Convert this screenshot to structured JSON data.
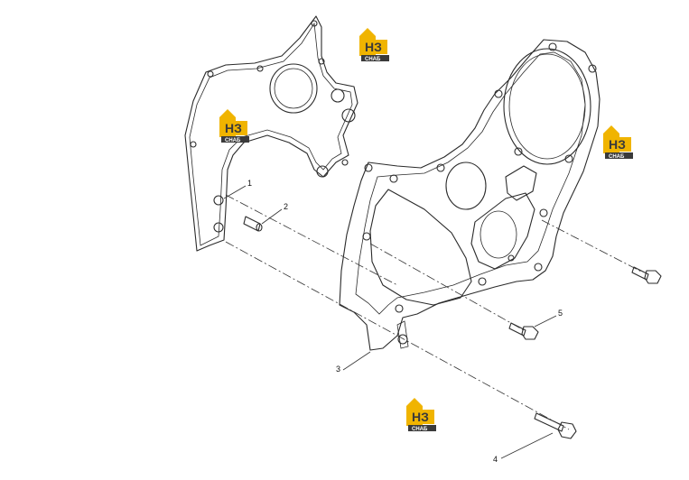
{
  "callouts": {
    "c1": "1",
    "c2": "2",
    "c3": "3",
    "c4": "4",
    "c5": "5"
  },
  "watermark": {
    "letters": "НЗ",
    "caption": "СНАБ",
    "accent_color": "#f0b400",
    "dark_color": "#3a3a3a"
  },
  "colors": {
    "line": "#2b2b2b",
    "background": "#ffffff"
  }
}
